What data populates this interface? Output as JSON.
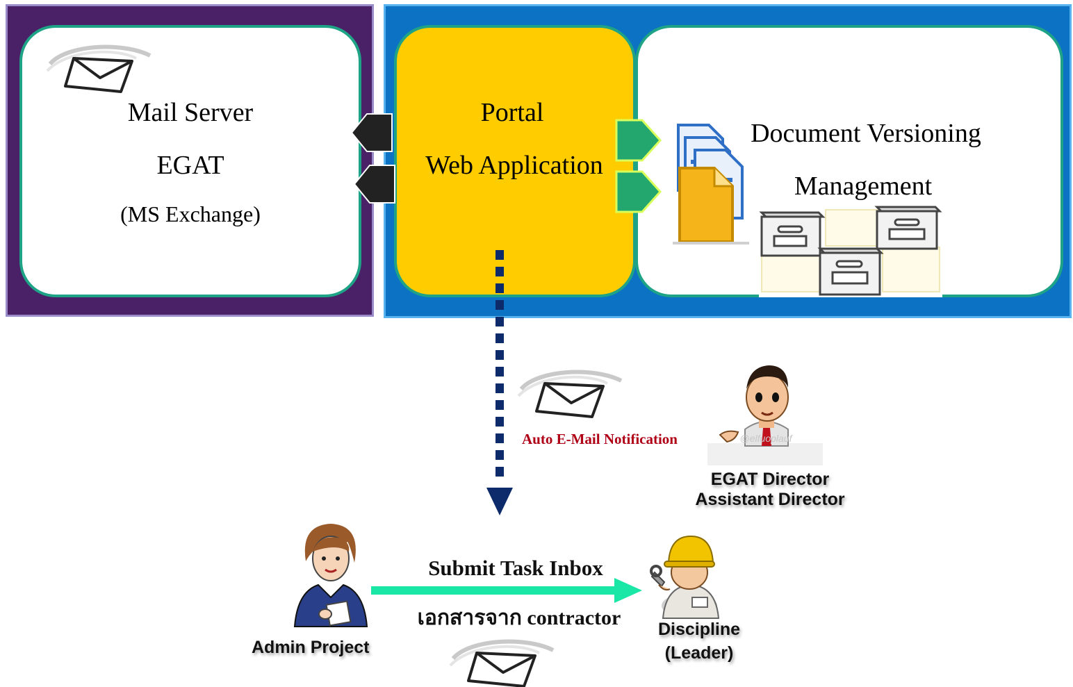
{
  "mail_server": {
    "line1": "Mail Server",
    "line2": "EGAT",
    "line3": "(MS Exchange)"
  },
  "portal": {
    "line1": "Portal",
    "line2": "Web Application"
  },
  "document": {
    "line1": "Document  Versioning",
    "line2": "Management"
  },
  "notification": {
    "label": "Auto  E-Mail Notification"
  },
  "director": {
    "line1": "EGAT Director",
    "line2": "Assistant Director",
    "watermark": "@elfuoplauf"
  },
  "admin": {
    "label": "Admin Project"
  },
  "submit": {
    "line1": "Submit Task Inbox",
    "line2": "เอกสารจาก contractor"
  },
  "discipline": {
    "line1": "Discipline",
    "line2": "(Leader)"
  },
  "colors": {
    "purple_panel": "#4a2066",
    "blue_panel": "#0b72c4",
    "portal_yellow": "#ffcc00",
    "box_border": "#1fa386",
    "arrow_green": "#23a76f",
    "arrow_dark": "#222222",
    "dotted_arrow": "#0d2b6b",
    "submit_arrow": "#1ae6a6",
    "notification_red": "#b00016"
  },
  "icons": [
    "envelope-icon",
    "document-stack-icon",
    "filing-cabinet-icon",
    "businessman-icon",
    "admin-woman-icon",
    "worker-icon"
  ]
}
